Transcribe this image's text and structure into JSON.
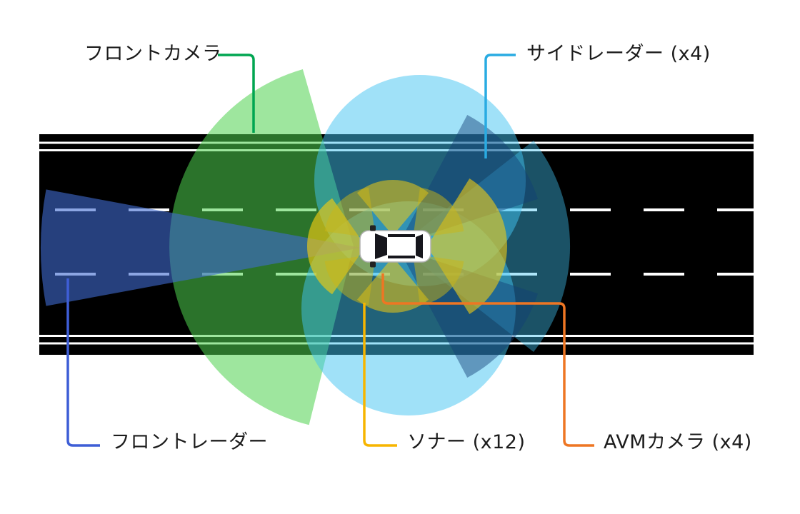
{
  "diagram": {
    "labels": {
      "front_camera": "フロントカメラ",
      "side_radar": "サイドレーダー (x4)",
      "front_radar": "フロントレーダー",
      "sonar": "ソナー (x12)",
      "avm_camera": "AVMカメラ (x4)"
    },
    "colors": {
      "front_camera_line": "#00a551",
      "side_radar_line": "#29abe2",
      "front_radar_line": "#3e5ed6",
      "sonar_line": "#f7b500",
      "avm_camera_line": "#ee7623",
      "front_camera_zone": "#4fd24f",
      "side_radar_zone": "#41c4f2",
      "side_radar_beam": "#123f75",
      "front_radar_zone": "#3f6ad0",
      "sonar_zone": "#f0cb13",
      "avm_zone": "#c9b616",
      "road": "#000000",
      "lane_marking": "#ffffff",
      "car_body": "#ffffff"
    }
  }
}
